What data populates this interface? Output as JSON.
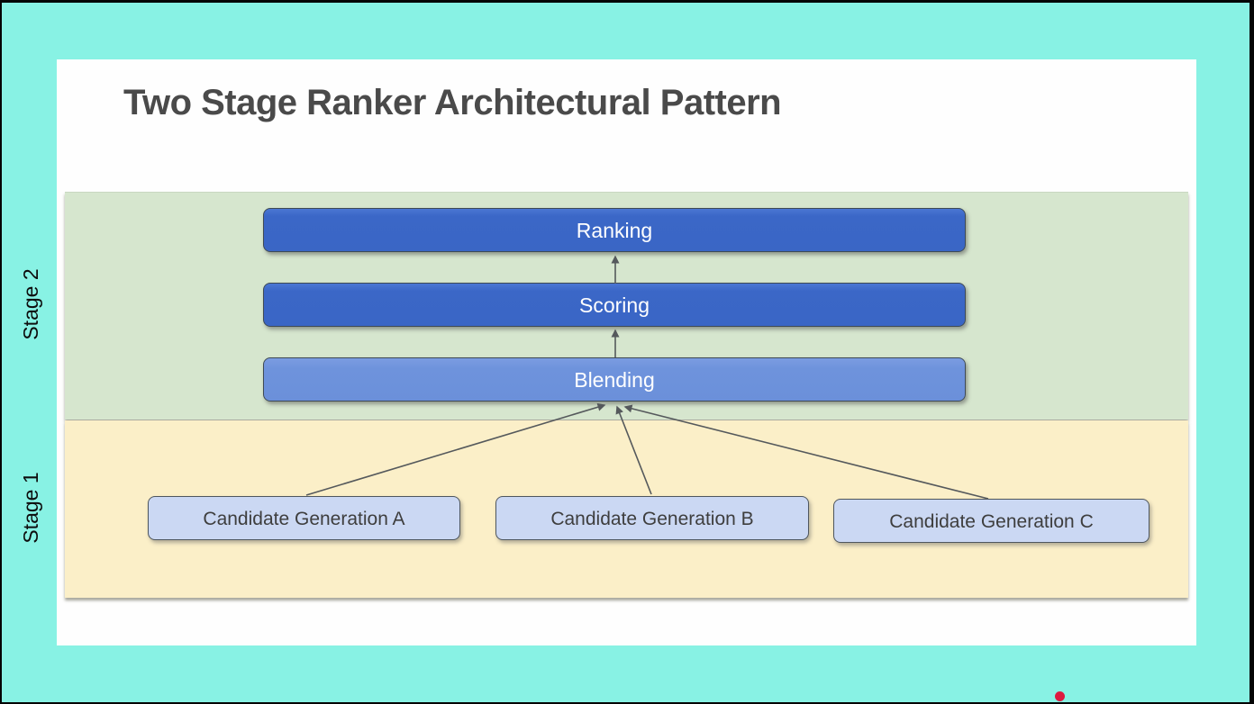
{
  "slide": {
    "title": "Two Stage Ranker Architectural Pattern"
  },
  "stages": {
    "stage2": {
      "label": "Stage 2",
      "boxes": [
        {
          "label": "Ranking"
        },
        {
          "label": "Scoring"
        },
        {
          "label": "Blending"
        }
      ]
    },
    "stage1": {
      "label": "Stage 1",
      "boxes": [
        {
          "label": "Candidate Generation A"
        },
        {
          "label": "Candidate Generation B"
        },
        {
          "label": "Candidate Generation C"
        }
      ]
    }
  },
  "edges": [
    {
      "from": "Candidate Generation A",
      "to": "Blending"
    },
    {
      "from": "Candidate Generation B",
      "to": "Blending"
    },
    {
      "from": "Candidate Generation C",
      "to": "Blending"
    },
    {
      "from": "Blending",
      "to": "Scoring"
    },
    {
      "from": "Scoring",
      "to": "Ranking"
    }
  ],
  "colors": {
    "background_teal": "#88f2e4",
    "frame_border": "#050505",
    "card_white": "#fefefe",
    "stage2_panel_green": "#d6e6ce",
    "stage1_panel_yellow": "#fbefc8",
    "primary_box_blue": "#3b67c7",
    "blending_box_blue": "#6e93dc",
    "candidate_box_blue": "#cbd8f3",
    "title_text": "#4a4a4a",
    "box_text_light": "#ffffff",
    "candidate_text_dark": "#3e3e3e",
    "arrow_gray": "#55595c",
    "pointer_dot_red": "#dd1a3f"
  }
}
